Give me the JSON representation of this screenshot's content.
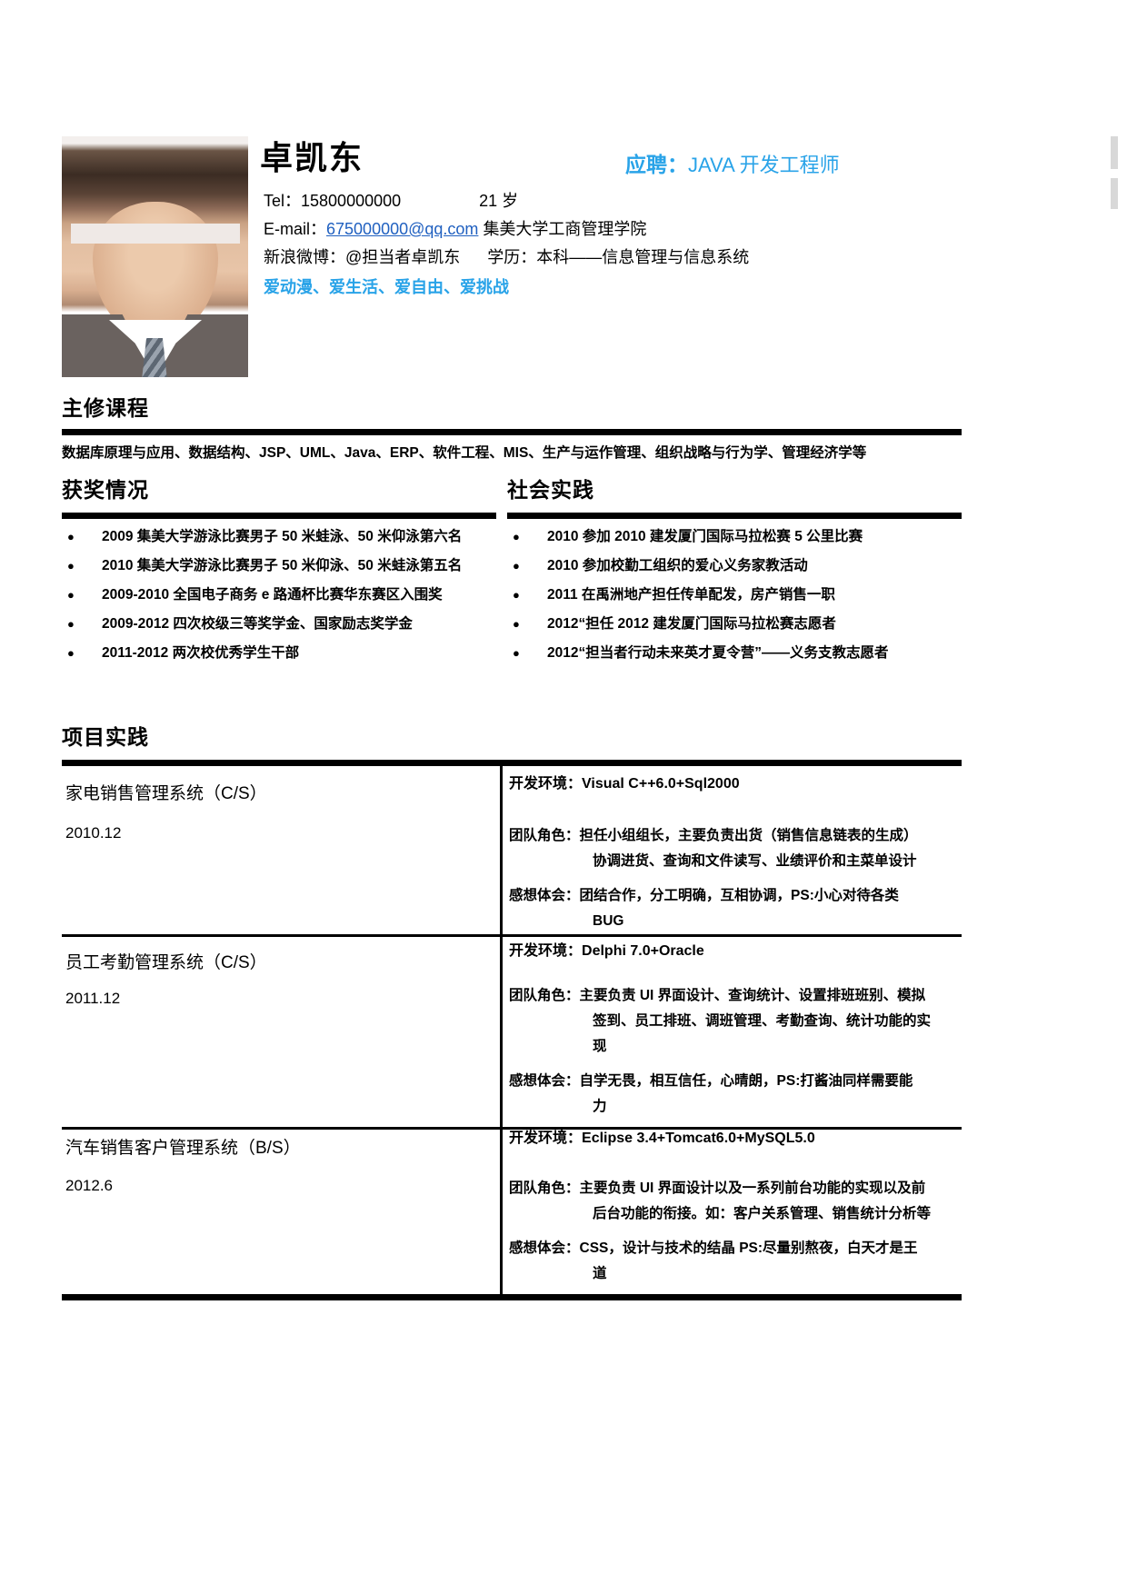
{
  "header": {
    "name": "卓凯东",
    "apply_label": "应聘：",
    "apply_value": "JAVA 开发工程师",
    "tel_label": "Tel：15800000000",
    "age": "21 岁",
    "email_label": "E-mail：",
    "email": "675000000@qq.com",
    "college": "集美大学工商管理学院",
    "weibo": "新浪微博：@担当者卓凯东",
    "education": "学历：本科——信息管理与信息系统",
    "hobbies": "爱动漫、爱生活、爱自由、爱挑战"
  },
  "sections": {
    "courses_title": "主修课程",
    "courses_text": "数据库原理与应用、数据结构、JSP、UML、Java、ERP、软件工程、MIS、生产与运作管理、组织战略与行为学、管理经济学等",
    "awards_title": "获奖情况",
    "practice_title": "社会实践",
    "projects_title": "项目实践"
  },
  "awards": [
    "2009 集美大学游泳比赛男子 50 米蛙泳、50 米仰泳第六名",
    "2010 集美大学游泳比赛男子 50 米仰泳、50 米蛙泳第五名",
    "2009-2010 全国电子商务 e 路通杯比赛华东赛区入围奖",
    "2009-2012 四次校级三等奖学金、国家励志奖学金",
    "2011-2012 两次校优秀学生干部"
  ],
  "practice": [
    "2010 参加 2010 建发厦门国际马拉松赛 5 公里比赛",
    "2010 参加校勤工组织的爱心义务家教活动",
    "2011 在禹洲地产担任传单配发，房产销售一职",
    "2012“担任 2012 建发厦门国际马拉松赛志愿者",
    "2012“担当者行动未来英才夏令营”——义务支教志愿者"
  ],
  "projects": [
    {
      "name": "家电销售管理系统（C/S）",
      "date": "2010.12",
      "env_label": "开发环境：",
      "env_value": "Visual C++6.0+Sql2000",
      "role_label": "团队角色：",
      "role_line1": "担任小组组长，主要负责出货（销售信息链表的生成）",
      "role_line2": "协调进货、查询和文件读写、业绩评价和主菜单设计",
      "feel_label": "感想体会：",
      "feel_line1": "团结合作，分工明确，互相协调，PS:小心对待各类",
      "feel_line2": "BUG"
    },
    {
      "name": "员工考勤管理系统（C/S）",
      "date": "2011.12",
      "env_label": "开发环境：",
      "env_value": "Delphi 7.0+Oracle",
      "role_label": "团队角色：",
      "role_line1": "主要负责 UI 界面设计、查询统计、设置排班班别、模拟",
      "role_line2": "签到、员工排班、调班管理、考勤查询、统计功能的实",
      "role_line3": "现",
      "feel_label": "感想体会：",
      "feel_line1": "自学无畏，相互信任，心晴朗，PS:打酱油同样需要能",
      "feel_line2": "力"
    },
    {
      "name": "汽车销售客户管理系统（B/S）",
      "date": "2012.6",
      "env_label": "开发环境：",
      "env_value": "Eclipse 3.4+Tomcat6.0+MySQL5.0",
      "role_label": "团队角色：",
      "role_line1": "主要负责 UI 界面设计以及一系列前台功能的实现以及前",
      "role_line2": "后台功能的衔接。如：客户关系管理、销售统计分析等",
      "feel_label": "感想体会：",
      "feel_line1": "CSS，设计与技术的结晶 PS:尽量别熬夜，白天才是王",
      "feel_line2": "道"
    }
  ],
  "colors": {
    "accent_blue": "#29a3e8",
    "link_blue": "#2060c0",
    "rule_black": "#000000"
  }
}
